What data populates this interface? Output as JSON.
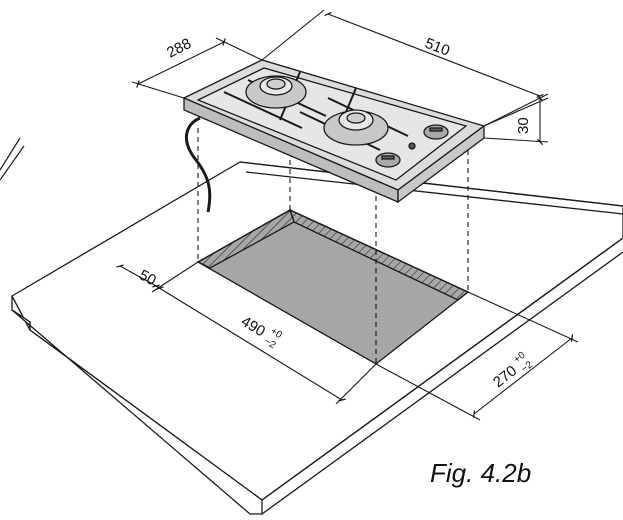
{
  "figure": {
    "caption": "Fig. 4.2b"
  },
  "dimensions": {
    "hob_depth": "288",
    "hob_width": "510",
    "hob_height": "30",
    "edge_offset": "50",
    "cutout_width": "490",
    "cutout_width_tol_plus": "+0",
    "cutout_width_tol_minus": "−2",
    "cutout_depth": "270",
    "cutout_depth_tol_plus": "+0",
    "cutout_depth_tol_minus": "−2"
  },
  "colors": {
    "line": "#1a1a1a",
    "cutout_fill": "#a6a6a6",
    "hob_fill": "#dcdcdc",
    "burner_fill": "#c8c8c8"
  }
}
